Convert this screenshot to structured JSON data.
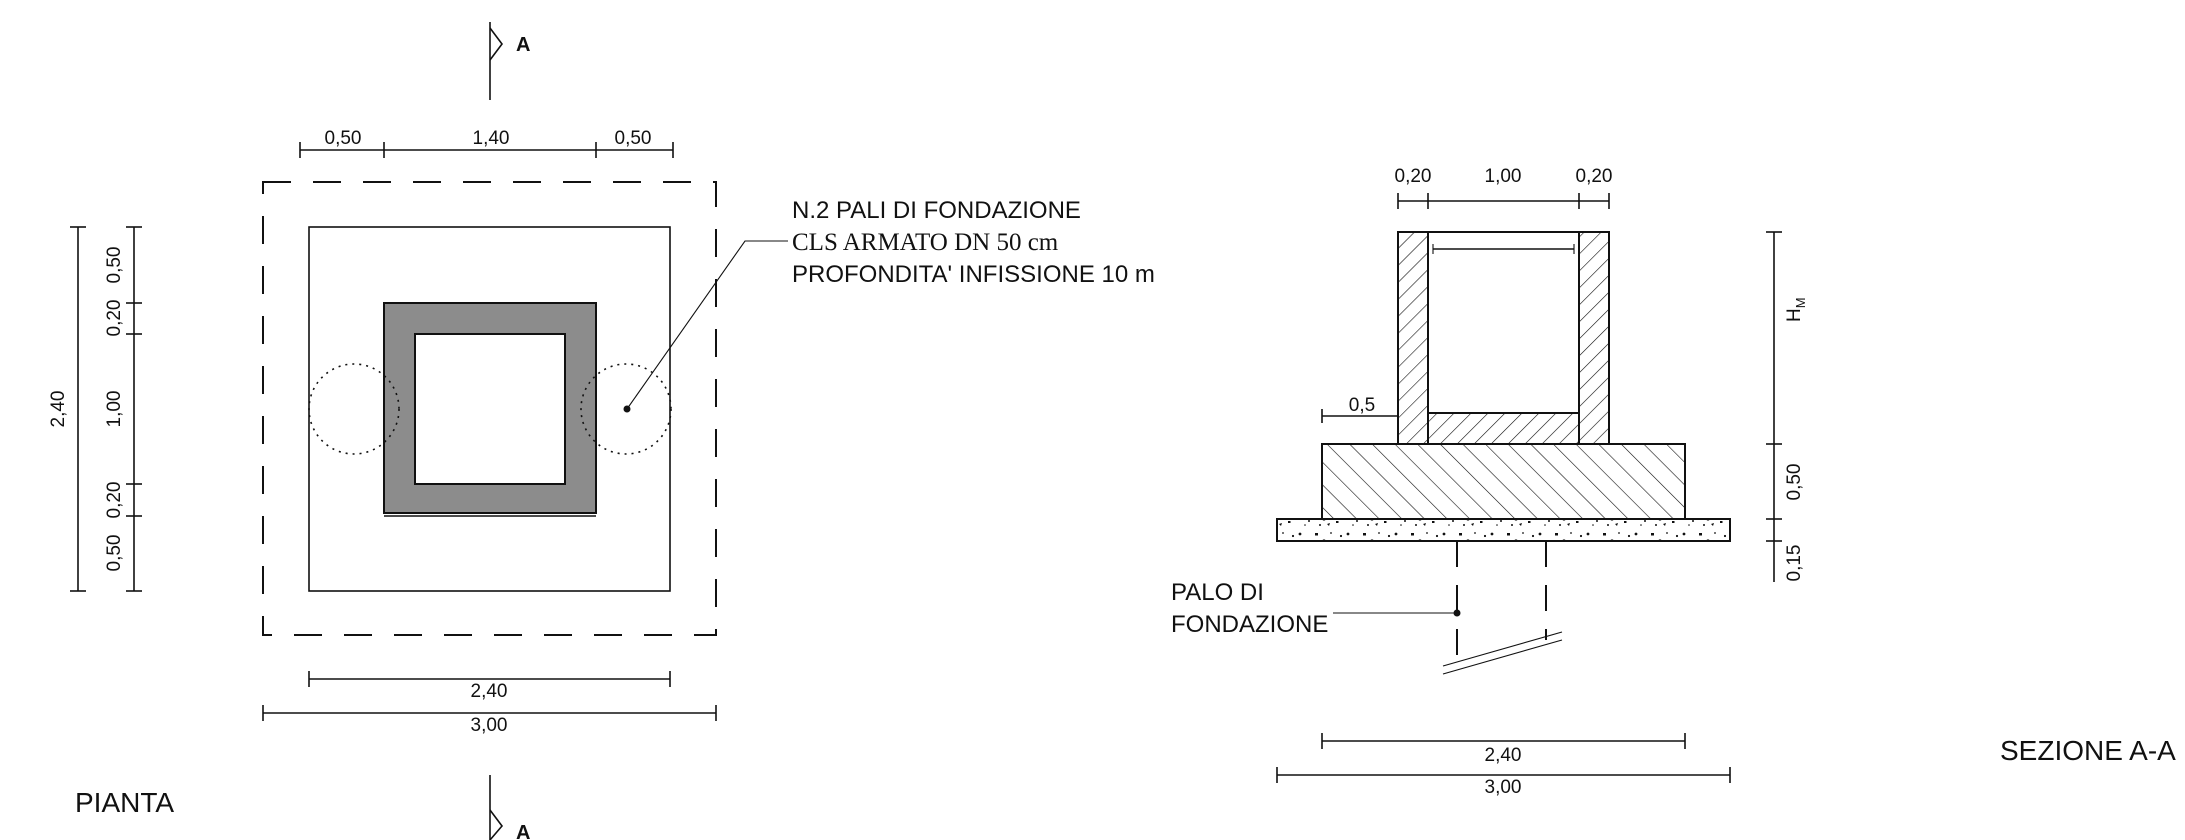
{
  "plan": {
    "title": "PIANTA",
    "section_marker": "A",
    "dims_top": [
      "0,50",
      "1,40",
      "0,50"
    ],
    "dims_left_inner": [
      "0,50",
      "0,20",
      "1,00",
      "0,20",
      "0,50"
    ],
    "dim_left_total": "2,40",
    "dim_bottom_inner": "2,40",
    "dim_bottom_outer": "3,00",
    "note_lines": [
      "N.2 PALI DI FONDAZIONE",
      "CLS ARMATO DN 50 cm",
      "PROFONDITA' INFISSIONE 10 m"
    ]
  },
  "section": {
    "title": "SEZIONE A-A",
    "dims_top": [
      "0,20",
      "1,00",
      "0,20"
    ],
    "dim_offset": "0,5",
    "dim_height": "H",
    "dim_height_sub": "M",
    "dims_right": [
      "0,50",
      "0,15"
    ],
    "pile_label_lines": [
      "PALO DI",
      "FONDAZIONE"
    ],
    "dim_bottom_inner": "2,40",
    "dim_bottom_outer": "3,00"
  },
  "colors": {
    "ink": "#111111",
    "wall_fill": "#8c8c8c",
    "paper": "#ffffff"
  }
}
